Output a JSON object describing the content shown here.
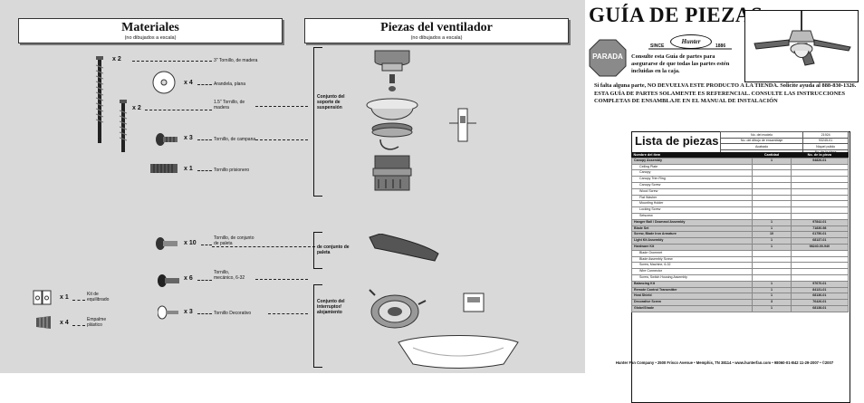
{
  "materiales": {
    "title": "Materiales",
    "subtitle": "(no dibujados a escala)"
  },
  "piezas": {
    "title": "Piezas del ventilador",
    "subtitle": "(no dibujados a escala)"
  },
  "hardware": [
    {
      "qty": "x 2",
      "label": "3\" Tornillo, de madera"
    },
    {
      "qty": "x 4",
      "label": "Arandela, plana"
    },
    {
      "qty": "x 2",
      "label": "1.5\" Tornillo, de madera"
    },
    {
      "qty": "x 3",
      "label": "Tornillo, de campana"
    },
    {
      "qty": "x 1",
      "label": "Tornillo prisionero"
    },
    {
      "qty": "x 10",
      "label": "Tornillo, de conjunto de paleta"
    },
    {
      "qty": "x 6",
      "label": "Tornillo, mecánico, 6-32"
    },
    {
      "qty": "x 3",
      "label": "Tornillo Decorativo"
    },
    {
      "qty": "x 1",
      "label": "Kit de equilibrado"
    },
    {
      "qty": "x 4",
      "label": "Empalme plástico"
    }
  ],
  "groups": [
    {
      "label": "Conjunto del soporte de suspensión"
    },
    {
      "label": "de conjunto de paleta"
    },
    {
      "label": "Conjunto del interruptor/ alojamiento"
    }
  ],
  "guide": {
    "title": "GUÍA DE PIEZAS",
    "stop": "PARADA",
    "since": "SINCE",
    "year": "1886",
    "brand": "Hunter",
    "consult": "Consulte esta Guía de partes para asegurarse de que todas las partes estén incluidas en la caja.",
    "notice": "Si falta alguna parte, NO DEVUELVA ESTE PRODUCTO A LA TIENDA. Solicite ayuda al 888-830-1326. ESTA GUÍA DE PARTES SOLAMENTE ES REFERENCIAL. CONSULTE LAS INSTRUCCIONES COMPLETAS DE ENSAMBLAJE EN EL MANUAL DE INSTALACIÓN"
  },
  "list": {
    "title": "Lista de piezas",
    "meta": [
      [
        "No. del modelo",
        "21924"
      ],
      [
        "No. del dibujo de ensamblaje",
        "93245-01"
      ],
      [
        "Acabado",
        "Níquel pulido"
      ]
    ],
    "meta_last": "No. de la pieza",
    "headers": [
      "Nombre del ítem",
      "Cantidad",
      "No. de la pieza"
    ],
    "rows": [
      {
        "name": "Canopy Assembly",
        "qty": "1",
        "pn": "94826-01",
        "bold": true
      },
      {
        "name": "Ceiling Plate",
        "qty": "",
        "pn": "",
        "bold": false
      },
      {
        "name": "Canopy",
        "qty": "",
        "pn": "",
        "bold": false
      },
      {
        "name": "Canopy Trim Ring",
        "qty": "",
        "pn": "",
        "bold": false
      },
      {
        "name": "Canopy Screw",
        "qty": "",
        "pn": "",
        "bold": false
      },
      {
        "name": "Wood Screw",
        "qty": "",
        "pn": "",
        "bold": false
      },
      {
        "name": "Flat Washer",
        "qty": "",
        "pn": "",
        "bold": false
      },
      {
        "name": "Mounting Holder",
        "qty": "",
        "pn": "",
        "bold": false
      },
      {
        "name": "Locking Screw",
        "qty": "",
        "pn": "",
        "bold": false
      },
      {
        "name": "Setscrew",
        "qty": "",
        "pn": "",
        "bold": false
      },
      {
        "name": "Hanger Ball / Downrod Assembly",
        "qty": "1",
        "pn": "97842-01",
        "bold": true
      },
      {
        "name": "Blade Set",
        "qty": "1",
        "pn": "71830-98",
        "bold": true
      },
      {
        "name": "Screw, Blade Iron Armature",
        "qty": "10",
        "pn": "61750-01",
        "bold": true
      },
      {
        "name": "Light Kit Assembly",
        "qty": "1",
        "pn": "68137-01",
        "bold": true
      },
      {
        "name": "Hardware Kit",
        "qty": "1",
        "pn": "98240-00-940",
        "bold": true
      },
      {
        "name": "Blade Grommet",
        "qty": "",
        "pn": "",
        "bold": false
      },
      {
        "name": "Blade Assembly Screw",
        "qty": "",
        "pn": "",
        "bold": false
      },
      {
        "name": "Screw, Machine, 6-32",
        "qty": "",
        "pn": "",
        "bold": false
      },
      {
        "name": "Wire Connector",
        "qty": "",
        "pn": "",
        "bold": false
      },
      {
        "name": "Screw, Switch Housing Assembly",
        "qty": "",
        "pn": "",
        "bold": false
      },
      {
        "name": "Balancing Kit",
        "qty": "1",
        "pn": "97670-01",
        "bold": true
      },
      {
        "name": "Remote Control Transmitter",
        "qty": "1",
        "pn": "84131-01",
        "bold": true
      },
      {
        "name": "Heat Shield",
        "qty": "1",
        "pn": "68136-01",
        "bold": true
      },
      {
        "name": "Decorative Screw",
        "qty": "3",
        "pn": "76426-01",
        "bold": true
      },
      {
        "name": "Globe/Shade",
        "qty": "1",
        "pn": "68138-01",
        "bold": true
      }
    ]
  },
  "footer": "Hunter Fan Company  •  2500 Frisco Avenue  •  Memphis, TN 38114  •  www.hunterfan.com  •  98060-01-B42  11-29-2007  •  ©2007"
}
